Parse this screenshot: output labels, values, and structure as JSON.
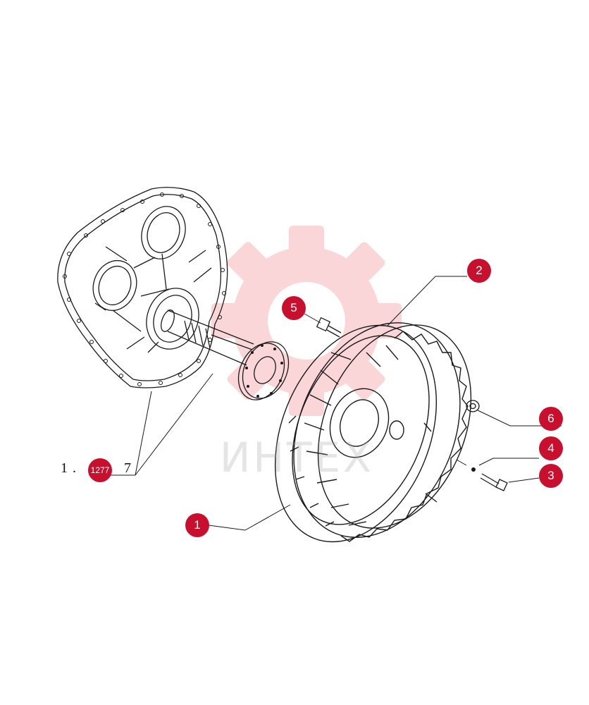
{
  "colors": {
    "callout": "#c8102e",
    "line": "#1a1a1a",
    "watermark": "#e94a55"
  },
  "watermark": {
    "text": "ИНТЕХ",
    "icon": "gear-icon"
  },
  "reference": {
    "prefix": "1 .",
    "badge": "1277",
    "suffix": "7"
  },
  "callouts": [
    {
      "id": "1",
      "label": "1"
    },
    {
      "id": "2",
      "label": "2"
    },
    {
      "id": "3",
      "label": "3"
    },
    {
      "id": "4",
      "label": "4"
    },
    {
      "id": "5",
      "label": "5"
    },
    {
      "id": "6",
      "label": "6"
    }
  ]
}
